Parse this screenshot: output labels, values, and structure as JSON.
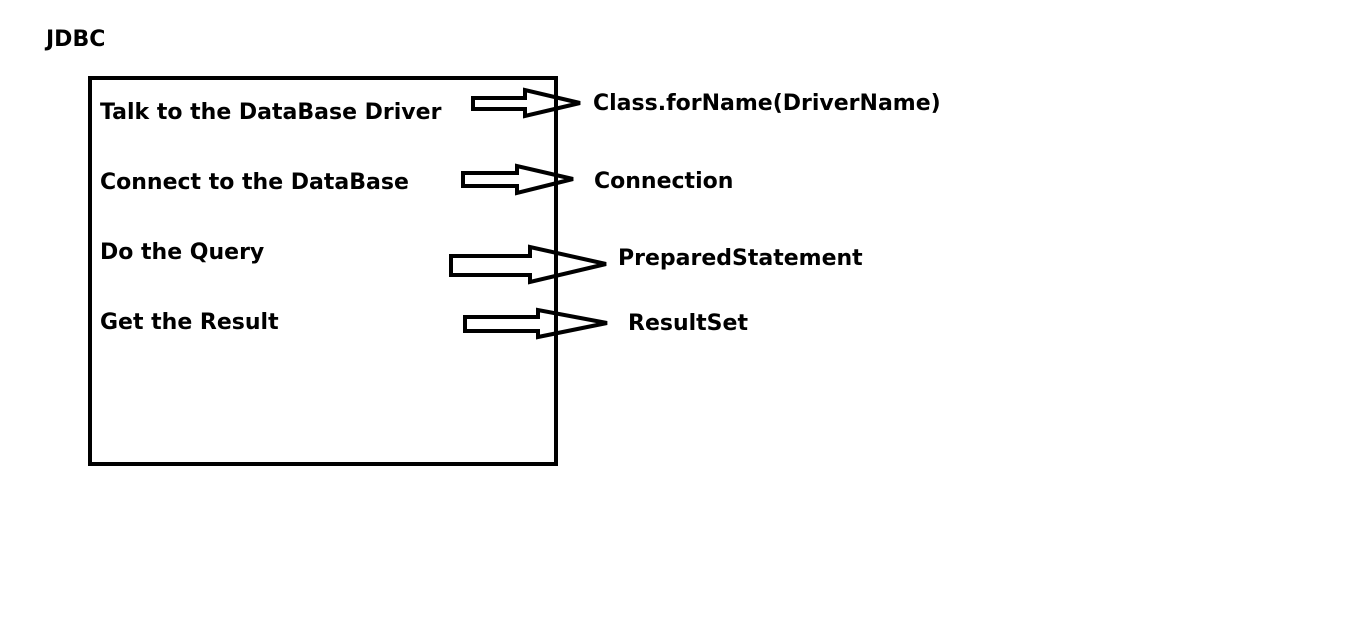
{
  "diagram": {
    "title": "JDBC",
    "steps": [
      {
        "label": "Talk to the DataBase Driver",
        "result": "Class.forName(DriverName)"
      },
      {
        "label": "Connect to the DataBase",
        "result": "Connection"
      },
      {
        "label": "Do the Query",
        "result": "PreparedStatement"
      },
      {
        "label": "Get the Result",
        "result": "ResultSet"
      }
    ]
  }
}
